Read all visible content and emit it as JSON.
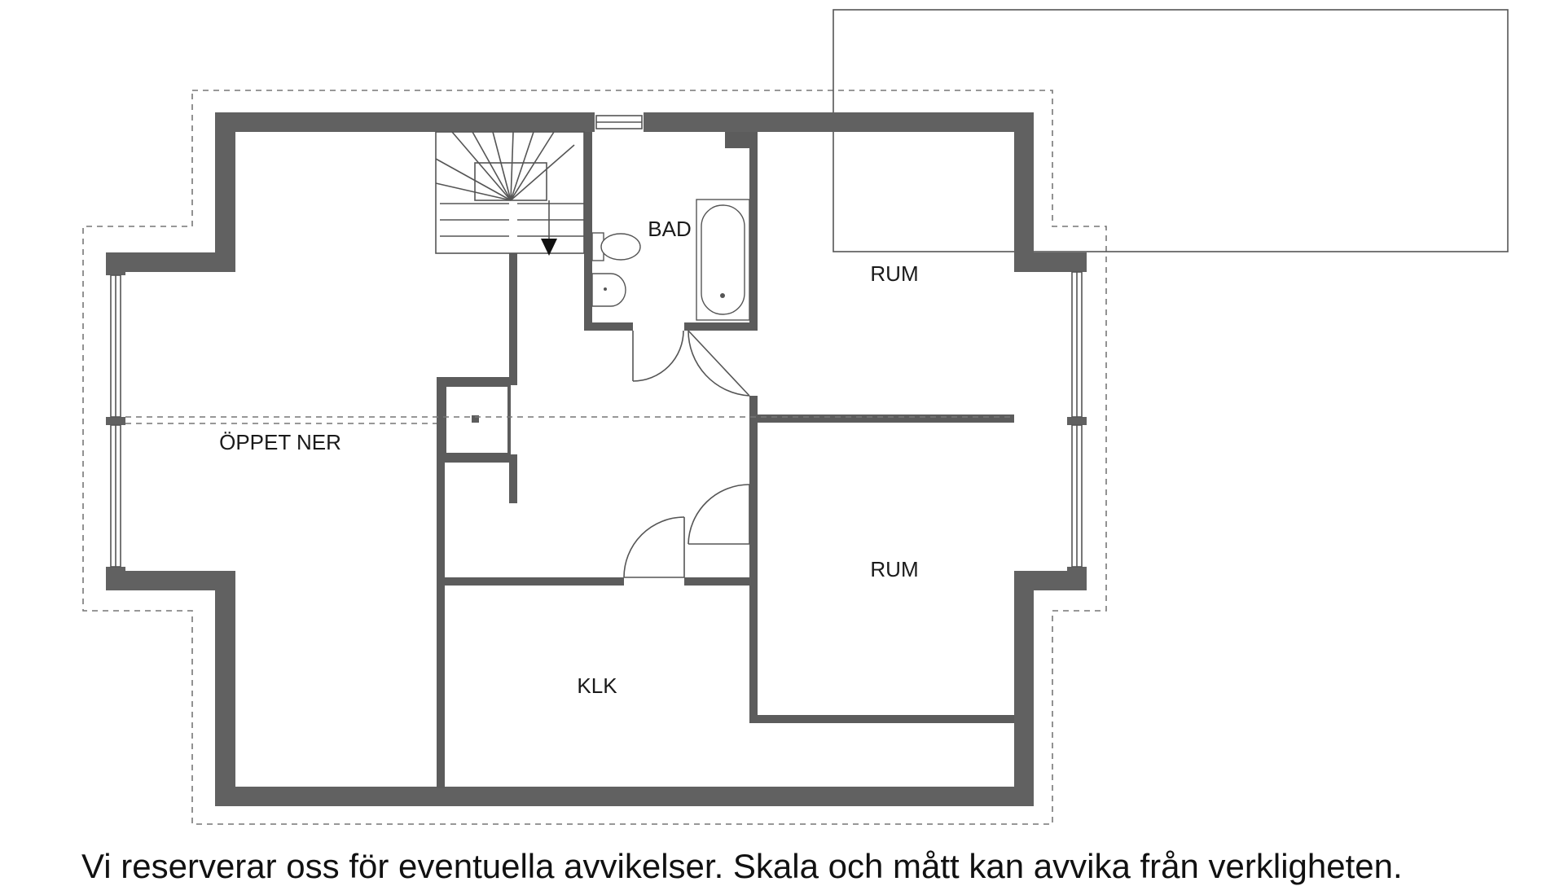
{
  "floorplan": {
    "rooms": {
      "bathroom": "BAD",
      "bedroom_upper": "RUM",
      "bedroom_lower": "RUM",
      "open_below": "ÖPPET NER",
      "closet": "KLK"
    }
  },
  "footer": {
    "disclaimer": "Vi reserverar oss för eventuella avvikelser. Skala och mått kan avvika från verkligheten."
  },
  "colors": {
    "wall": "#616161",
    "line": "#555555",
    "background": "#ffffff"
  }
}
